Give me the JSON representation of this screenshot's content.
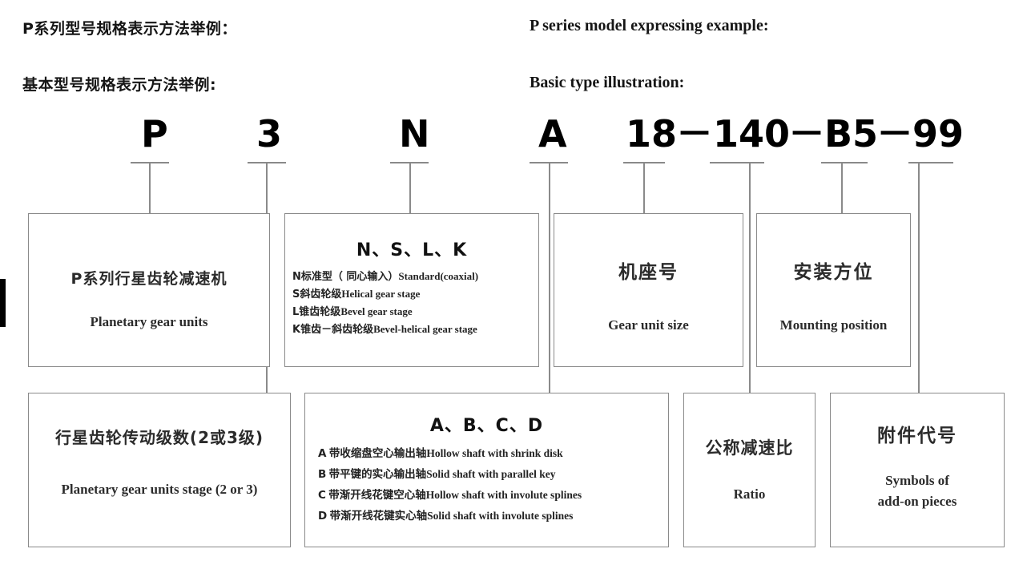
{
  "headings": {
    "line1_cn": "P系列型号规格表示方法举例：",
    "line1_en": "P series model expressing example:",
    "line2_cn": "基本型号规格表示方法举例:",
    "line2_en": "Basic type illustration:"
  },
  "model_code": {
    "full": "P 3 N A 18－140－B5－99",
    "segments": [
      {
        "key": "series",
        "text": "P"
      },
      {
        "key": "stages",
        "text": "3"
      },
      {
        "key": "type",
        "text": "N"
      },
      {
        "key": "shaft",
        "text": "A"
      },
      {
        "key": "size",
        "text": "18"
      },
      {
        "key": "sep1",
        "text": "－"
      },
      {
        "key": "ratio",
        "text": "140"
      },
      {
        "key": "sep2",
        "text": "－"
      },
      {
        "key": "mounting",
        "text": "B5"
      },
      {
        "key": "sep3",
        "text": "－"
      },
      {
        "key": "addon",
        "text": "99"
      }
    ]
  },
  "boxes": {
    "series": {
      "cn": "P系列行星齿轮减速机",
      "en": "Planetary gear units"
    },
    "type": {
      "title": "N、S、L、K",
      "options": [
        {
          "code": "N",
          "cn": "标准型（ 同心输入）",
          "en": "Standard(coaxial)"
        },
        {
          "code": "S",
          "cn": "斜齿轮级",
          "en": "Helical gear stage"
        },
        {
          "code": "L",
          "cn": "锥齿轮级",
          "en": "Bevel gear stage"
        },
        {
          "code": "K",
          "cn": "锥齿－斜齿轮级",
          "en": "Bevel-helical gear stage"
        }
      ]
    },
    "size": {
      "cn": "机座号",
      "en": "Gear unit size"
    },
    "mounting": {
      "cn": "安装方位",
      "en": "Mounting position"
    },
    "stages": {
      "cn": "行星齿轮传动级数(2或3级)",
      "en": "Planetary gear units stage (2 or 3)"
    },
    "shaft": {
      "title": "A、B、C、D",
      "options": [
        {
          "code": "A",
          "cn": "带收缩盘空心输出轴",
          "en": "Hollow shaft with shrink disk"
        },
        {
          "code": "B",
          "cn": "带平键的实心输出轴",
          "en": "Solid shaft with parallel key"
        },
        {
          "code": "C",
          "cn": "带渐开线花键空心轴",
          "en": "Hollow shaft with involute splines"
        },
        {
          "code": "D",
          "cn": "带渐开线花键实心轴",
          "en": "Solid shaft with involute splines"
        }
      ]
    },
    "ratio": {
      "cn": "公称减速比",
      "en": "Ratio"
    },
    "addon": {
      "cn": "附件代号",
      "en_line1": "Symbols of",
      "en_line2": "add-on pieces"
    }
  },
  "colors": {
    "line": "#8a8a8a",
    "text": "#1a1a1a",
    "code": "#000000",
    "background": "#ffffff"
  }
}
